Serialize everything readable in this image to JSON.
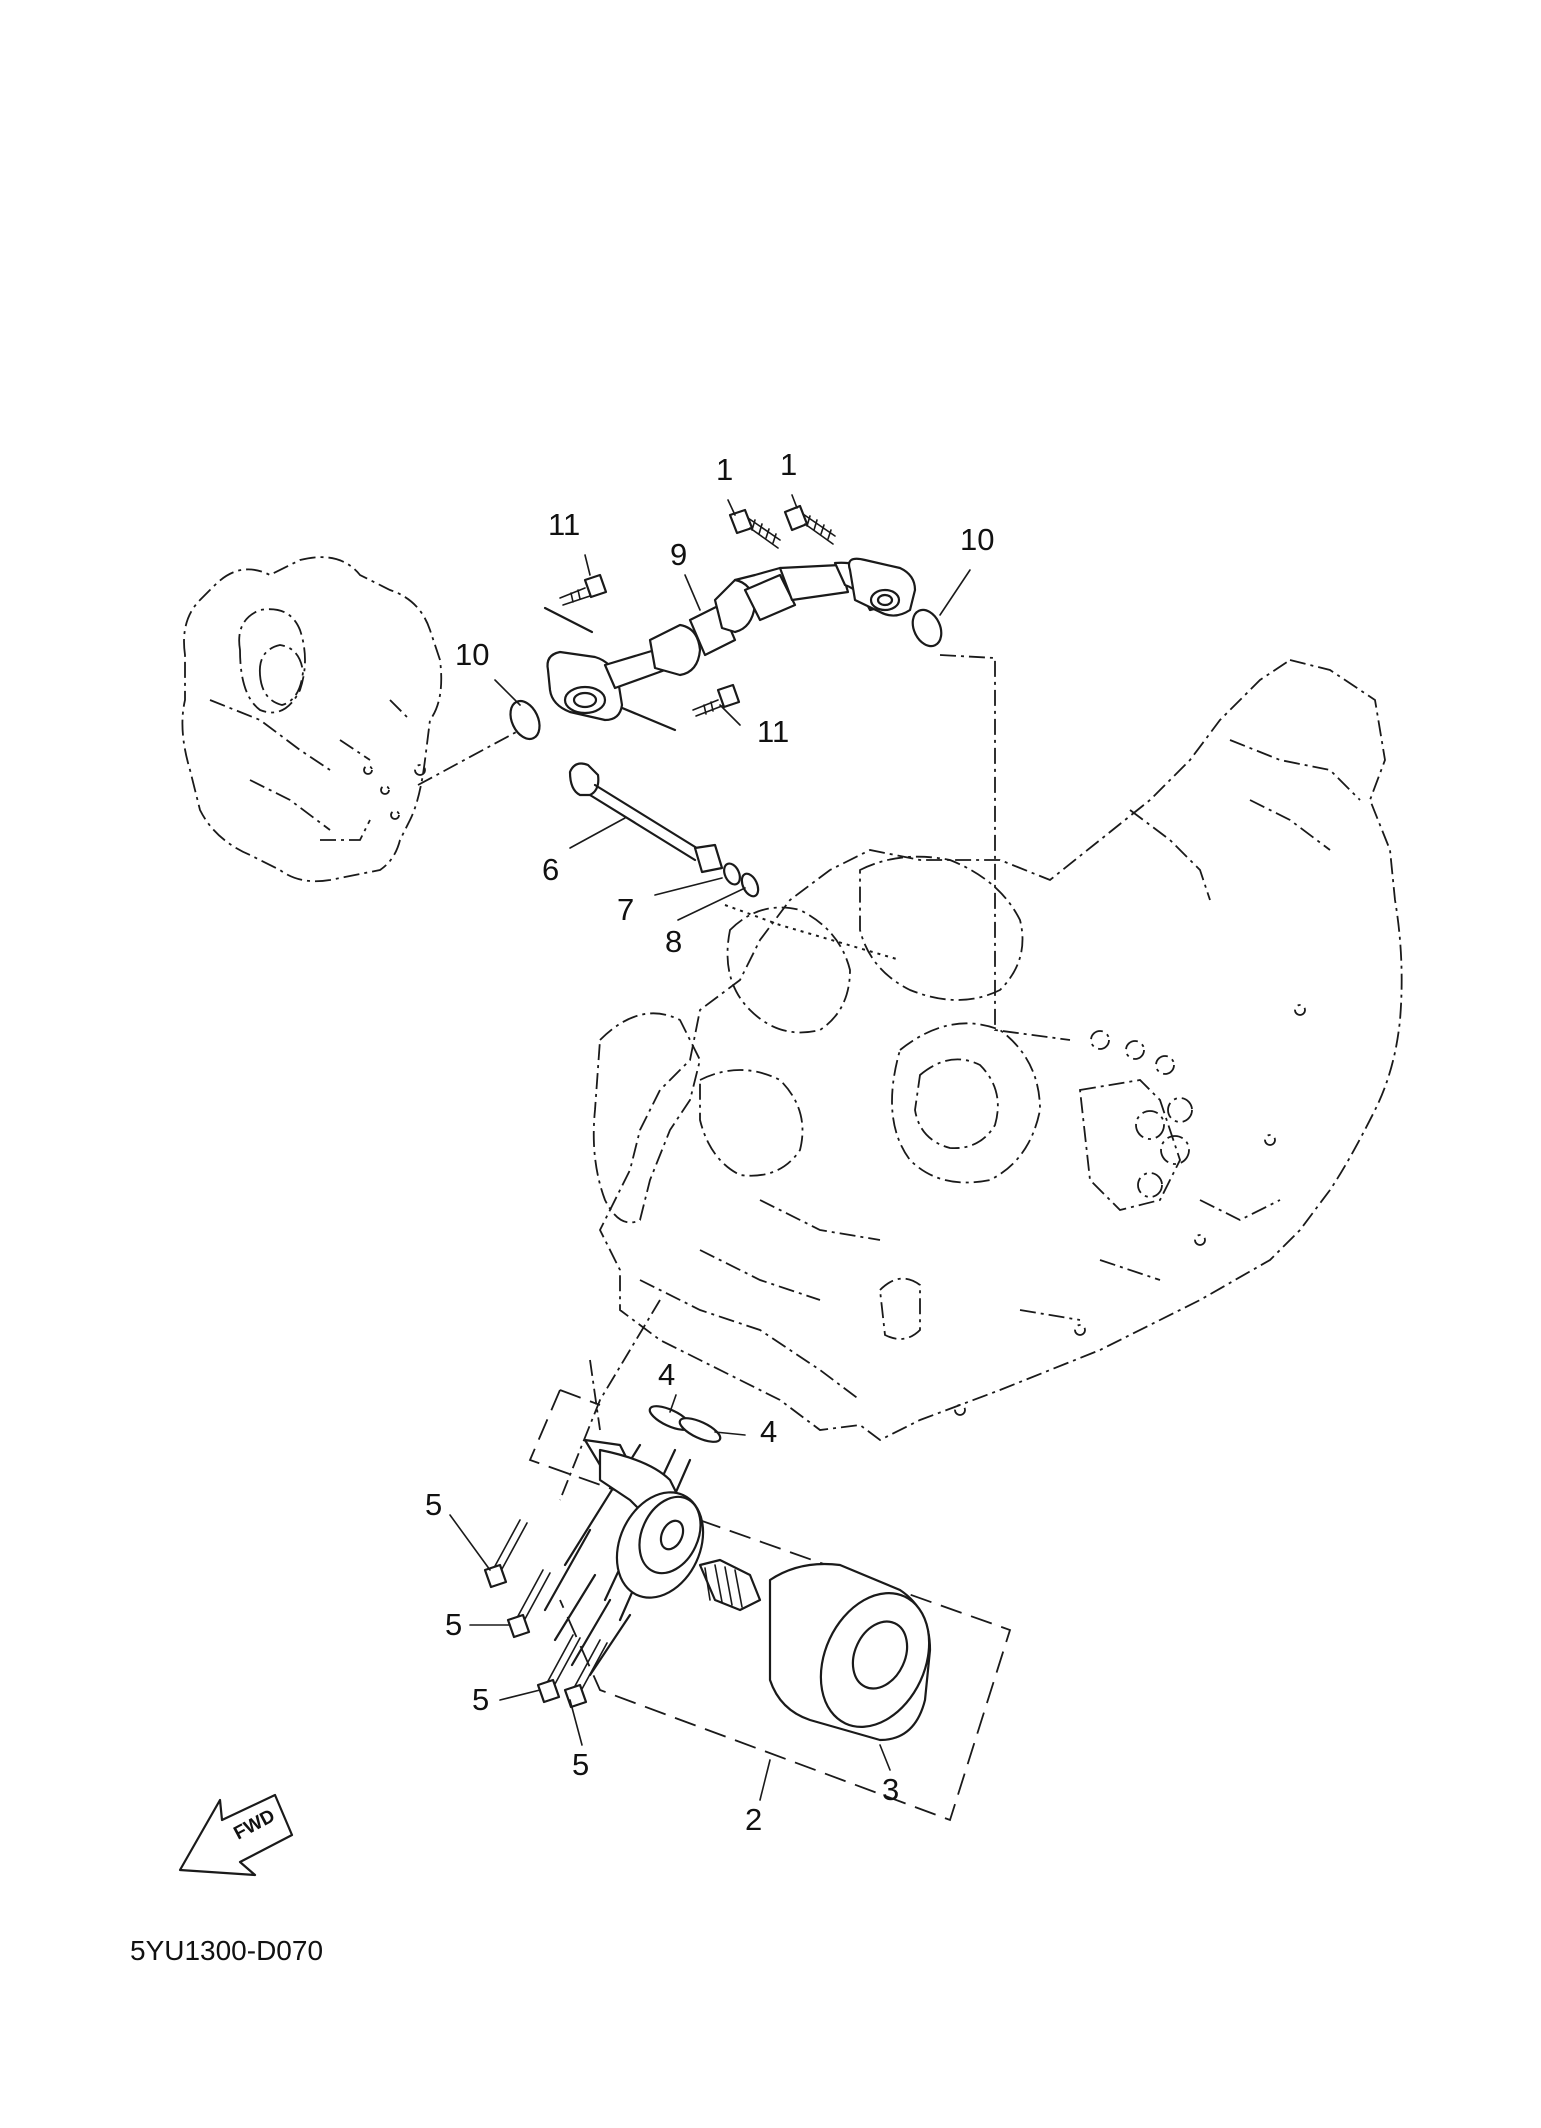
{
  "diagram_code": "5YU1300-D070",
  "fwd_label": "FWD",
  "callouts": {
    "c1a": "1",
    "c1b": "1",
    "c2": "2",
    "c3": "3",
    "c4a": "4",
    "c4b": "4",
    "c5a": "5",
    "c5b": "5",
    "c5c": "5",
    "c5d": "5",
    "c6": "6",
    "c7": "7",
    "c8": "8",
    "c9": "9",
    "c10a": "10",
    "c10b": "10",
    "c11a": "11",
    "c11b": "11"
  },
  "icons": [
    "fwd-arrow-icon"
  ]
}
